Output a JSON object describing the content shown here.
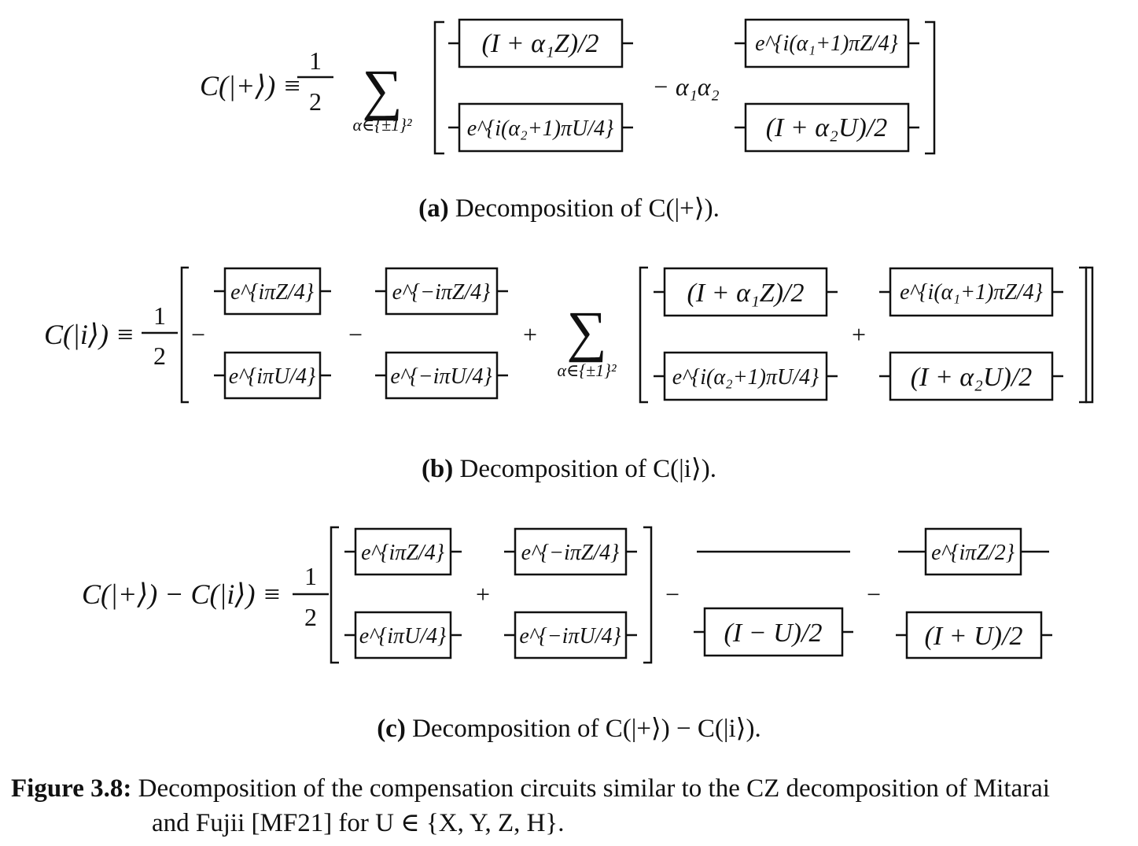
{
  "panel_a": {
    "lhs": "C(|+⟩) ≡",
    "frac_num": "1",
    "frac_den": "2",
    "sum_subscript": "α∈{±1}²",
    "box_top_left": "(I + α₁Z)/2",
    "box_bottom_left": "e^{i(α₂+1)πU/4}",
    "middle_term": "− α₁α₂",
    "box_top_right": "e^{i(α₁+1)πZ/4}",
    "box_bottom_right": "(I + α₂U)/2",
    "caption_label": "(a)",
    "caption_text": "Decomposition of C(|+⟩)."
  },
  "panel_b": {
    "lhs": "C(|i⟩) ≡",
    "frac_num": "1",
    "frac_den": "2",
    "minus1": "−",
    "box1_top": "e^{iπZ/4}",
    "box1_bottom": "e^{iπU/4}",
    "minus2": "−",
    "box2_top": "e^{−iπZ/4}",
    "box2_bottom": "e^{−iπU/4}",
    "plus1": "+",
    "sum_subscript": "α∈{±1}²",
    "box3_top": "(I + α₁Z)/2",
    "box3_bottom": "e^{i(α₂+1)πU/4}",
    "plus2": "+",
    "box4_top": "e^{i(α₁+1)πZ/4}",
    "box4_bottom": "(I + α₂U)/2",
    "caption_label": "(b)",
    "caption_text": "Decomposition of C(|i⟩)."
  },
  "panel_c": {
    "lhs": "C(|+⟩) − C(|i⟩) ≡",
    "frac_num": "1",
    "frac_den": "2",
    "box1_top": "e^{iπZ/4}",
    "box1_bottom": "e^{iπU/4}",
    "plus": "+",
    "box2_top": "e^{−iπZ/4}",
    "box2_bottom": "e^{−iπU/4}",
    "minus1": "−",
    "box3_bottom": "(I − U)/2",
    "minus2": "−",
    "box4_top": "e^{iπZ/2}",
    "box4_bottom": "(I + U)/2",
    "caption_label": "(c)",
    "caption_text": "Decomposition of C(|+⟩) − C(|i⟩)."
  },
  "figure_caption": {
    "label": "Figure 3.8:",
    "line1": "Decomposition of the compensation circuits similar to the CZ decomposition of Mitarai",
    "line2": "and Fujii [MF21] for U ∈ {X, Y, Z, H}."
  }
}
